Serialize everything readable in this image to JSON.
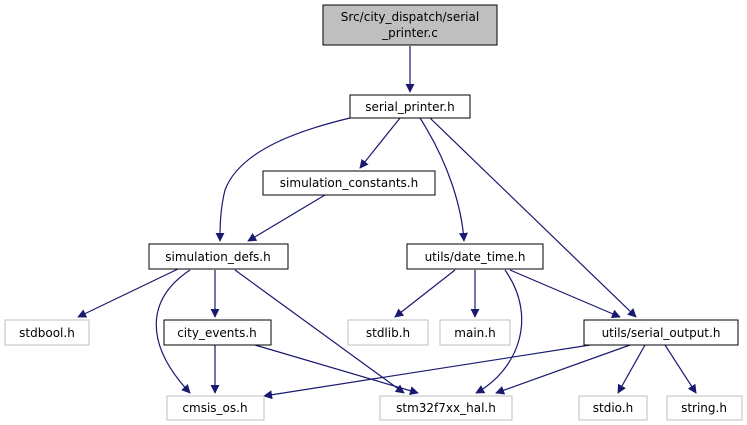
{
  "diagram": {
    "nodes": [
      {
        "id": "root",
        "label_lines": [
          "Src/city_dispatch/serial",
          "_printer.c"
        ],
        "style": "root"
      },
      {
        "id": "serial_printer_h",
        "label_lines": [
          "serial_printer.h"
        ],
        "style": "file"
      },
      {
        "id": "simulation_constants_h",
        "label_lines": [
          "simulation_constants.h"
        ],
        "style": "file"
      },
      {
        "id": "simulation_defs_h",
        "label_lines": [
          "simulation_defs.h"
        ],
        "style": "file"
      },
      {
        "id": "date_time_h",
        "label_lines": [
          "utils/date_time.h"
        ],
        "style": "file"
      },
      {
        "id": "serial_output_h",
        "label_lines": [
          "utils/serial_output.h"
        ],
        "style": "file"
      },
      {
        "id": "stdbool_h",
        "label_lines": [
          "stdbool.h"
        ],
        "style": "system"
      },
      {
        "id": "city_events_h",
        "label_lines": [
          "city_events.h"
        ],
        "style": "file"
      },
      {
        "id": "stdlib_h",
        "label_lines": [
          "stdlib.h"
        ],
        "style": "system"
      },
      {
        "id": "main_h",
        "label_lines": [
          "main.h"
        ],
        "style": "system"
      },
      {
        "id": "cmsis_os_h",
        "label_lines": [
          "cmsis_os.h"
        ],
        "style": "system"
      },
      {
        "id": "stm32f7xx_hal_h",
        "label_lines": [
          "stm32f7xx_hal.h"
        ],
        "style": "system"
      },
      {
        "id": "stdio_h",
        "label_lines": [
          "stdio.h"
        ],
        "style": "system"
      },
      {
        "id": "string_h",
        "label_lines": [
          "string.h"
        ],
        "style": "system"
      }
    ],
    "edges": [
      {
        "from": "root",
        "to": "serial_printer_h"
      },
      {
        "from": "serial_printer_h",
        "to": "simulation_defs_h"
      },
      {
        "from": "serial_printer_h",
        "to": "simulation_constants_h"
      },
      {
        "from": "serial_printer_h",
        "to": "date_time_h"
      },
      {
        "from": "serial_printer_h",
        "to": "serial_output_h"
      },
      {
        "from": "simulation_constants_h",
        "to": "simulation_defs_h"
      },
      {
        "from": "simulation_defs_h",
        "to": "stdbool_h"
      },
      {
        "from": "simulation_defs_h",
        "to": "city_events_h"
      },
      {
        "from": "simulation_defs_h",
        "to": "cmsis_os_h"
      },
      {
        "from": "simulation_defs_h",
        "to": "stm32f7xx_hal_h"
      },
      {
        "from": "date_time_h",
        "to": "stdlib_h"
      },
      {
        "from": "date_time_h",
        "to": "main_h"
      },
      {
        "from": "date_time_h",
        "to": "stm32f7xx_hal_h"
      },
      {
        "from": "date_time_h",
        "to": "serial_output_h"
      },
      {
        "from": "city_events_h",
        "to": "cmsis_os_h"
      },
      {
        "from": "city_events_h",
        "to": "stm32f7xx_hal_h"
      },
      {
        "from": "serial_output_h",
        "to": "cmsis_os_h"
      },
      {
        "from": "serial_output_h",
        "to": "stm32f7xx_hal_h"
      },
      {
        "from": "serial_output_h",
        "to": "stdio_h"
      },
      {
        "from": "serial_output_h",
        "to": "string_h"
      }
    ],
    "colors": {
      "edge": "#191970",
      "root_fill": "#bfbfbf",
      "root_border": "#000000",
      "file_fill": "#ffffff",
      "file_border": "#000000",
      "system_fill": "#ffffff",
      "system_border": "#bfbfbf",
      "text": "#000000"
    }
  }
}
